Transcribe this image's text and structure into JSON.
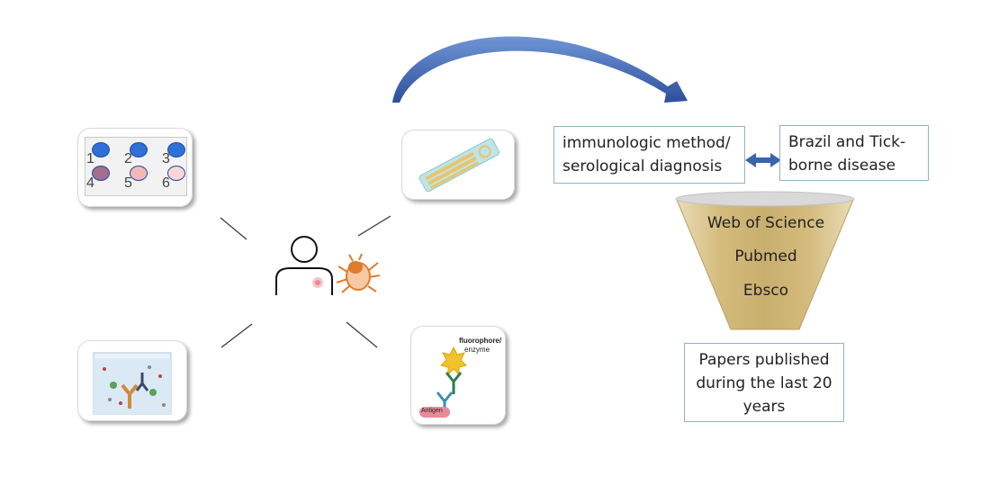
{
  "plate": {
    "labels": [
      "1",
      "2",
      "3",
      "4",
      "5",
      "6"
    ]
  },
  "ifa": {
    "label_top": "fluorophore/",
    "label_bottom": "enzyme",
    "antigen_label": "Antigen"
  },
  "boxes": {
    "method": [
      "immunologic method/",
      "serological diagnosis"
    ],
    "topic": [
      "Brazil and Tick-",
      "borne disease"
    ],
    "output": [
      "Papers published",
      "during the last 20",
      "years"
    ]
  },
  "databases": [
    "Web of Science",
    "Pubmed",
    "Ebsco"
  ],
  "colors": {
    "arrow": "#3a63b0",
    "funnel_gold": "#c9ae6e",
    "box_border": "#8fb3c8",
    "tick": "#e07b2a"
  }
}
